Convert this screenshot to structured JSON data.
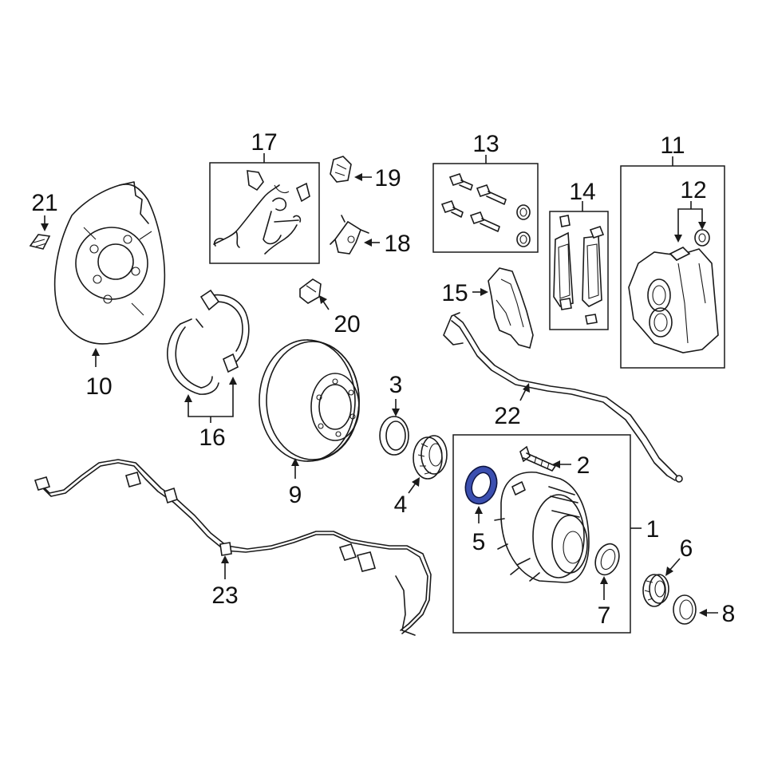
{
  "callouts": {
    "c1": "1",
    "c2": "2",
    "c3": "3",
    "c4": "4",
    "c5": "5",
    "c6": "6",
    "c7": "7",
    "c8": "8",
    "c9": "9",
    "c10": "10",
    "c11": "11",
    "c12": "12",
    "c13": "13",
    "c14": "14",
    "c15": "15",
    "c16": "16",
    "c17": "17",
    "c18": "18",
    "c19": "19",
    "c20": "20",
    "c21": "21",
    "c22": "22",
    "c23": "23"
  },
  "colors": {
    "line": "#1a1a1a",
    "highlight": "#3b4fb0",
    "background": "#ffffff"
  },
  "highlighted_part": "5"
}
